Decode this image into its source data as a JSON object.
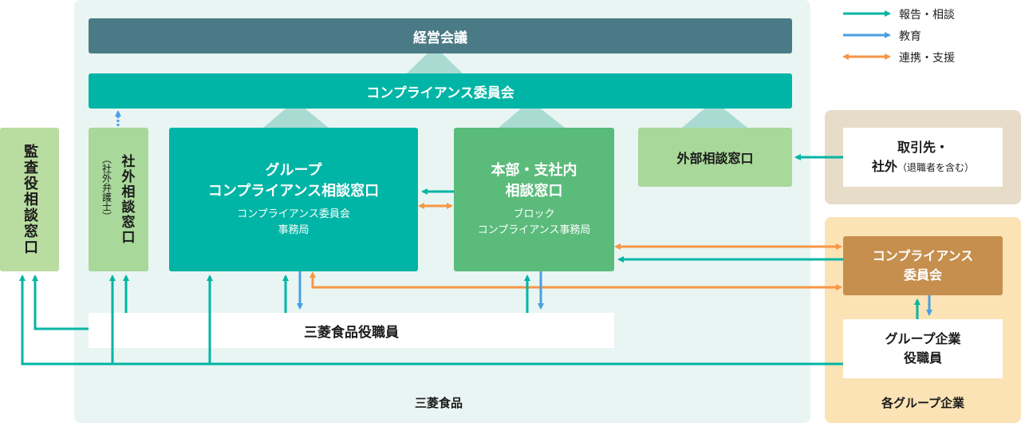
{
  "legend": {
    "report": "報告・相談",
    "education": "教育",
    "cooperation": "連携・支援"
  },
  "main_org": {
    "label": "三菱食品"
  },
  "management_meeting": "経営会議",
  "compliance_committee": "コンプライアンス委員会",
  "audit_desk": "監査役相談窓口",
  "external_desk_lawyer": {
    "main": "社外相談窓口",
    "sub": "（社外弁護士）"
  },
  "group_desk": {
    "title_line1": "グループ",
    "title_line2": "コンプライアンス相談窓口",
    "sub_line1": "コンプライアンス委員会",
    "sub_line2": "事務局"
  },
  "branch_desk": {
    "title_line1": "本部・支社内",
    "title_line2": "相談窓口",
    "sub_line1": "ブロック",
    "sub_line2": "コンプライアンス事務局"
  },
  "outside_desk": "外部相談窓口",
  "officers": "三菱食品役職員",
  "partners": {
    "line1": "取引先・",
    "line2_main": "社外",
    "line2_sub": "（退職者を含む）"
  },
  "group_companies": {
    "label": "各グループ企業",
    "committee_line1": "コンプライアンス",
    "committee_line2": "委員会",
    "officers_line1": "グループ企業",
    "officers_line2": "役職員"
  },
  "colors": {
    "teal": "#00b5a5",
    "dark_slate": "#4a7a86",
    "green": "#5bbb7b",
    "light_green": "#a8d89a",
    "audit_green": "#b9dca0",
    "blue": "#4a9fe0",
    "orange": "#f79646",
    "brown": "#c68f4e",
    "bg_light": "#e8f5f3",
    "beige": "#e6dcc8",
    "cream": "#fbe3b5"
  }
}
